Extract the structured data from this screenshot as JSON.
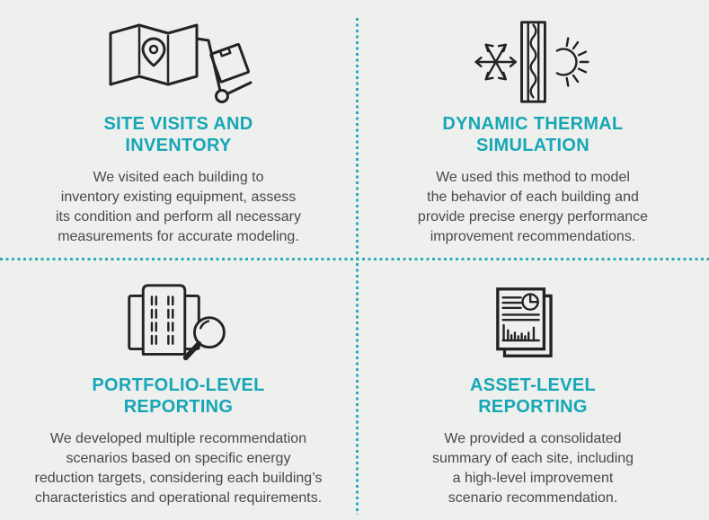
{
  "theme": {
    "background": "#eef0ee",
    "accent_teal": "#17a6b6",
    "dotted_line_teal": "#2aacba",
    "body_text": "#48494b",
    "icon_stroke": "#242224"
  },
  "cards": [
    {
      "icon": "map-inventory-icon",
      "title": "SITE VISITS AND\nINVENTORY",
      "description": "We visited each building to\ninventory existing equipment, assess\nits condition and perform all necessary\nmeasurements for accurate modeling."
    },
    {
      "icon": "thermal-wall-icon",
      "title": "DYNAMIC THERMAL\nSIMULATION",
      "description": "We used this method to model\nthe behavior of each building and\nprovide precise energy performance\nimprovement recommendations."
    },
    {
      "icon": "buildings-magnifier-icon",
      "title": "PORTFOLIO-LEVEL\nREPORTING",
      "description": "We developed multiple recommendation\nscenarios based on specific energy\nreduction targets, considering each building’s\ncharacteristics and operational requirements."
    },
    {
      "icon": "report-document-icon",
      "title": "ASSET-LEVEL\nREPORTING",
      "description": "We provided a consolidated\nsummary of each site, including\na high-level improvement\nscenario recommendation."
    }
  ]
}
